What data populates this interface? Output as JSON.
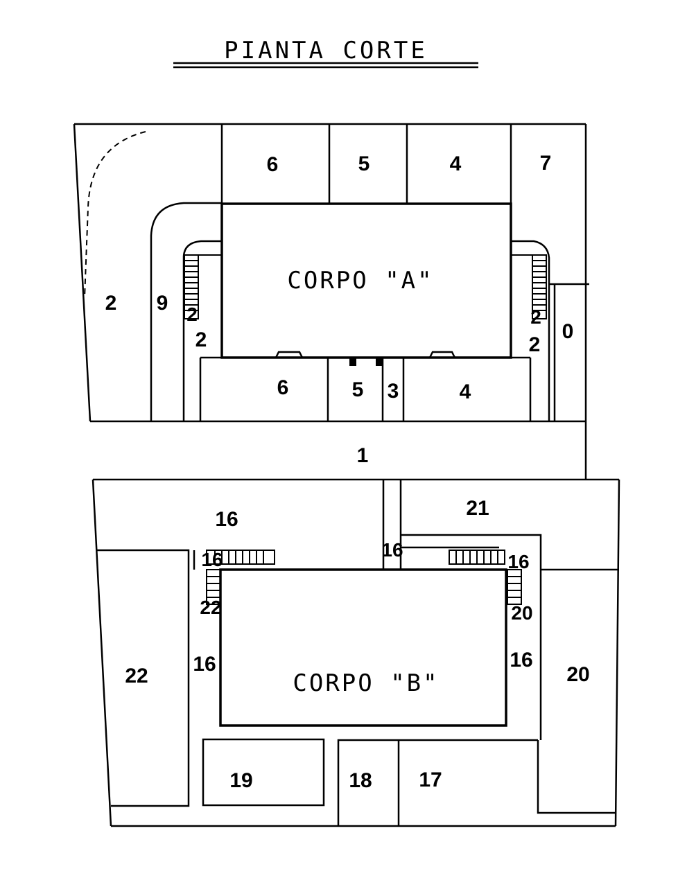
{
  "title": "PIANTA CORTE",
  "buildings": {
    "a": "CORPO \"A\"",
    "b": "CORPO \"B\""
  },
  "labels": {
    "top_6": "6",
    "top_5": "5",
    "top_4": "4",
    "top_7": "7",
    "left_2": "2",
    "left_9": "9",
    "left_stair_2": "2",
    "left_stair_2b": "2",
    "right_2a": "2",
    "right_2b": "2",
    "right_0": "0",
    "mid_6": "6",
    "mid_5": "5",
    "mid_3": "3",
    "mid_4": "4",
    "road_1": "1",
    "b_16_top": "16",
    "b_21": "21",
    "b_16_centre": "16",
    "b_16_stair_left": "16",
    "b_16_stair_right": "16",
    "b_22_stair": "22",
    "b_20_stair": "20",
    "b_22": "22",
    "b_16_left": "16",
    "b_16_right": "16",
    "b_20": "20",
    "b_19": "19",
    "b_18": "18",
    "b_17": "17"
  }
}
